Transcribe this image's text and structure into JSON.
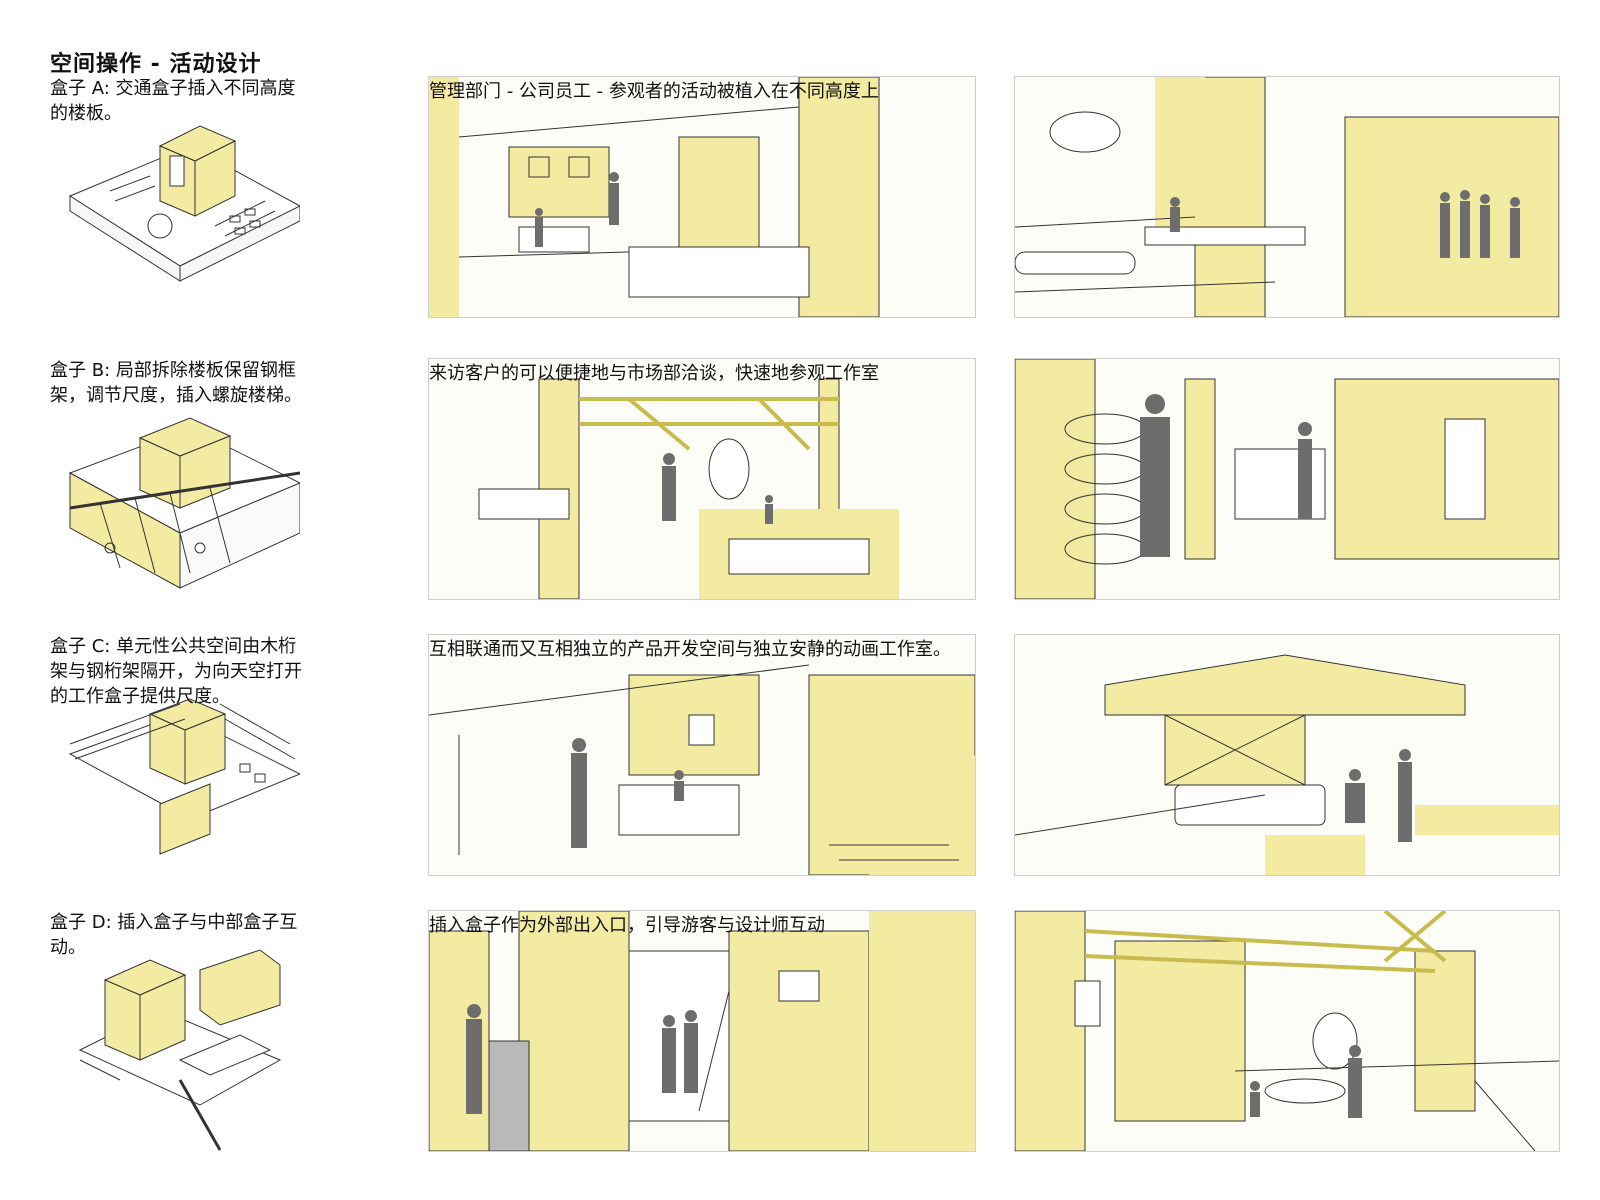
{
  "page_title": "空间操作 - 活动设计",
  "rows": [
    {
      "axo_caption": "盒子 A: 交通盒子插入不同高度的楼板。",
      "scene_caption": "管理部门 - 公司员工 - 参观者的活动被植入在不同高度上"
    },
    {
      "axo_caption": "盒子 B: 局部拆除楼板保留钢框架，调节尺度，插入螺旋楼梯。",
      "scene_caption": "来访客户的可以便捷地与市场部洽谈，快速地参观工作室"
    },
    {
      "axo_caption": "盒子 C: 单元性公共空间由木桁架与钢桁架隔开，为向天空打开的工作盒子提供尺度。",
      "scene_caption": "互相联通而又互相独立的产品开发空间与独立安静的动画工作室。"
    },
    {
      "axo_caption": "盒子 D: 插入盒子与中部盒子互动。",
      "scene_caption": "插入盒子作为外部出入口，引导游客与设计师互动"
    }
  ],
  "colors": {
    "accent_yellow": "#f3eba2",
    "line": "#333333",
    "person": "#6d6d6d"
  }
}
